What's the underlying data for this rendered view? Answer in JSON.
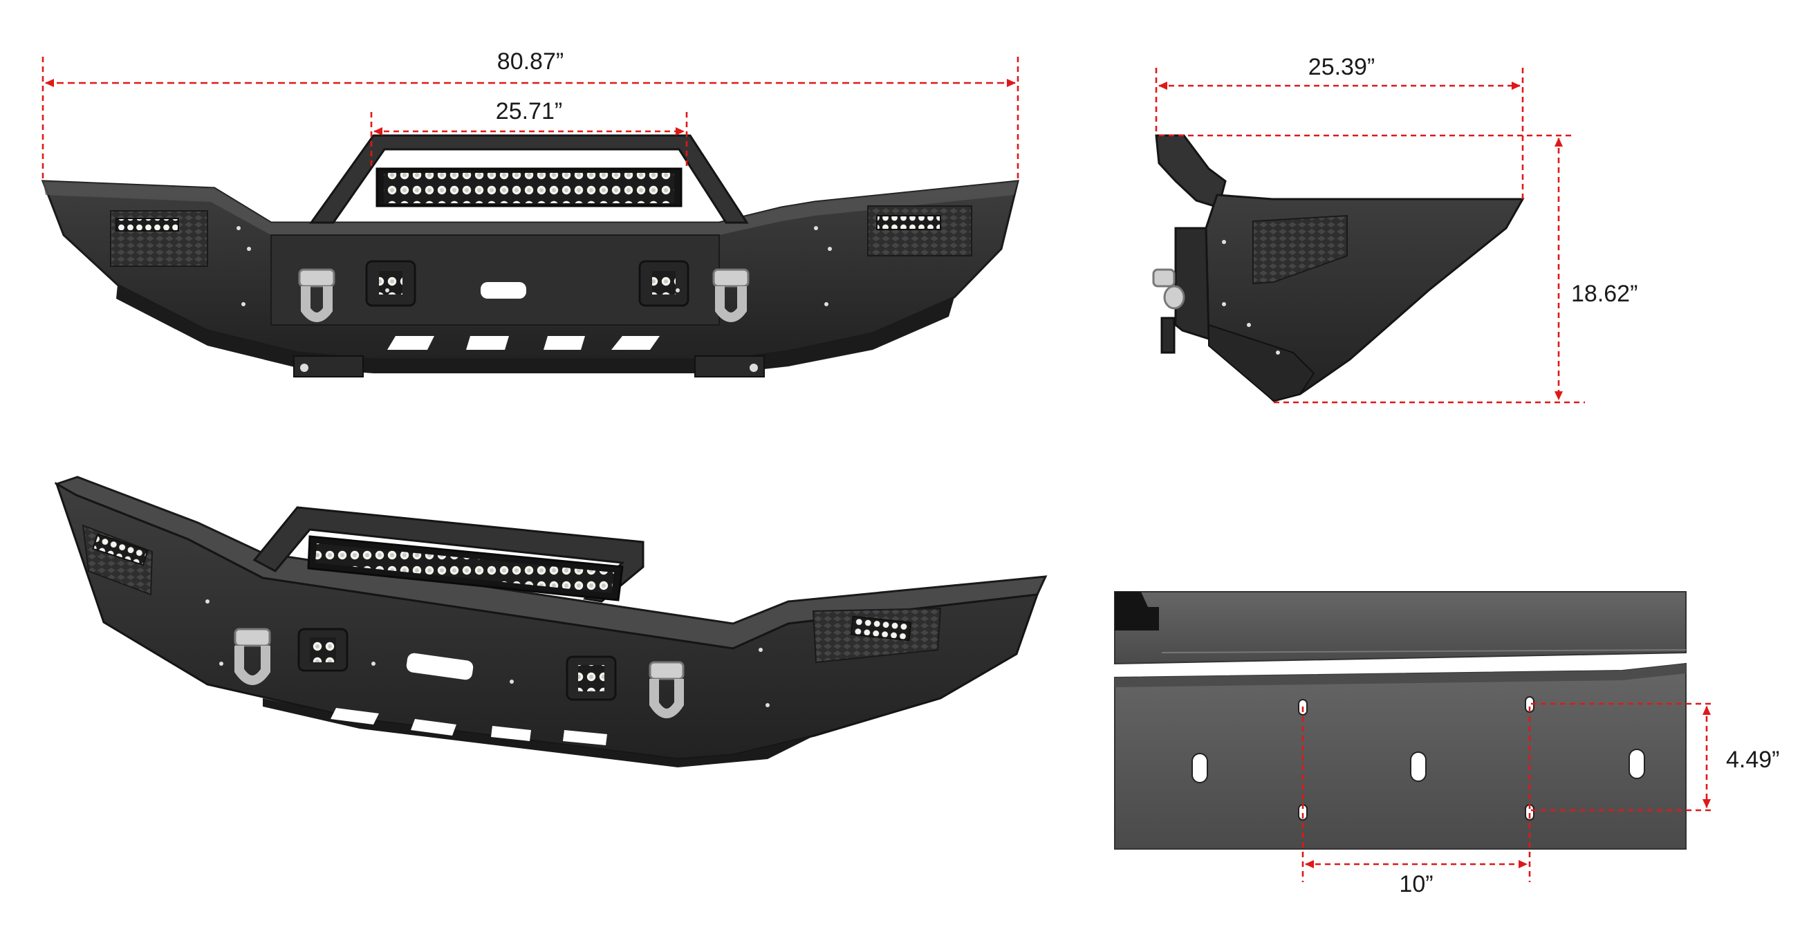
{
  "colors": {
    "dimension_line": "#e01818",
    "bumper_dark": "#2b2b2b",
    "bumper_mid": "#3a3a3a",
    "bumper_light": "#4a4a4a",
    "plate_gray": "#5c5c5c"
  },
  "dimensions": {
    "overall_width": "80.87”",
    "light_bar_width": "25.71”",
    "side_depth": "25.39”",
    "side_height": "18.62”",
    "mount_hole_vertical": "4.49”",
    "mount_hole_horizontal": "10”"
  },
  "views": [
    "front-view",
    "side-view",
    "perspective-view",
    "mounting-plate-detail"
  ]
}
